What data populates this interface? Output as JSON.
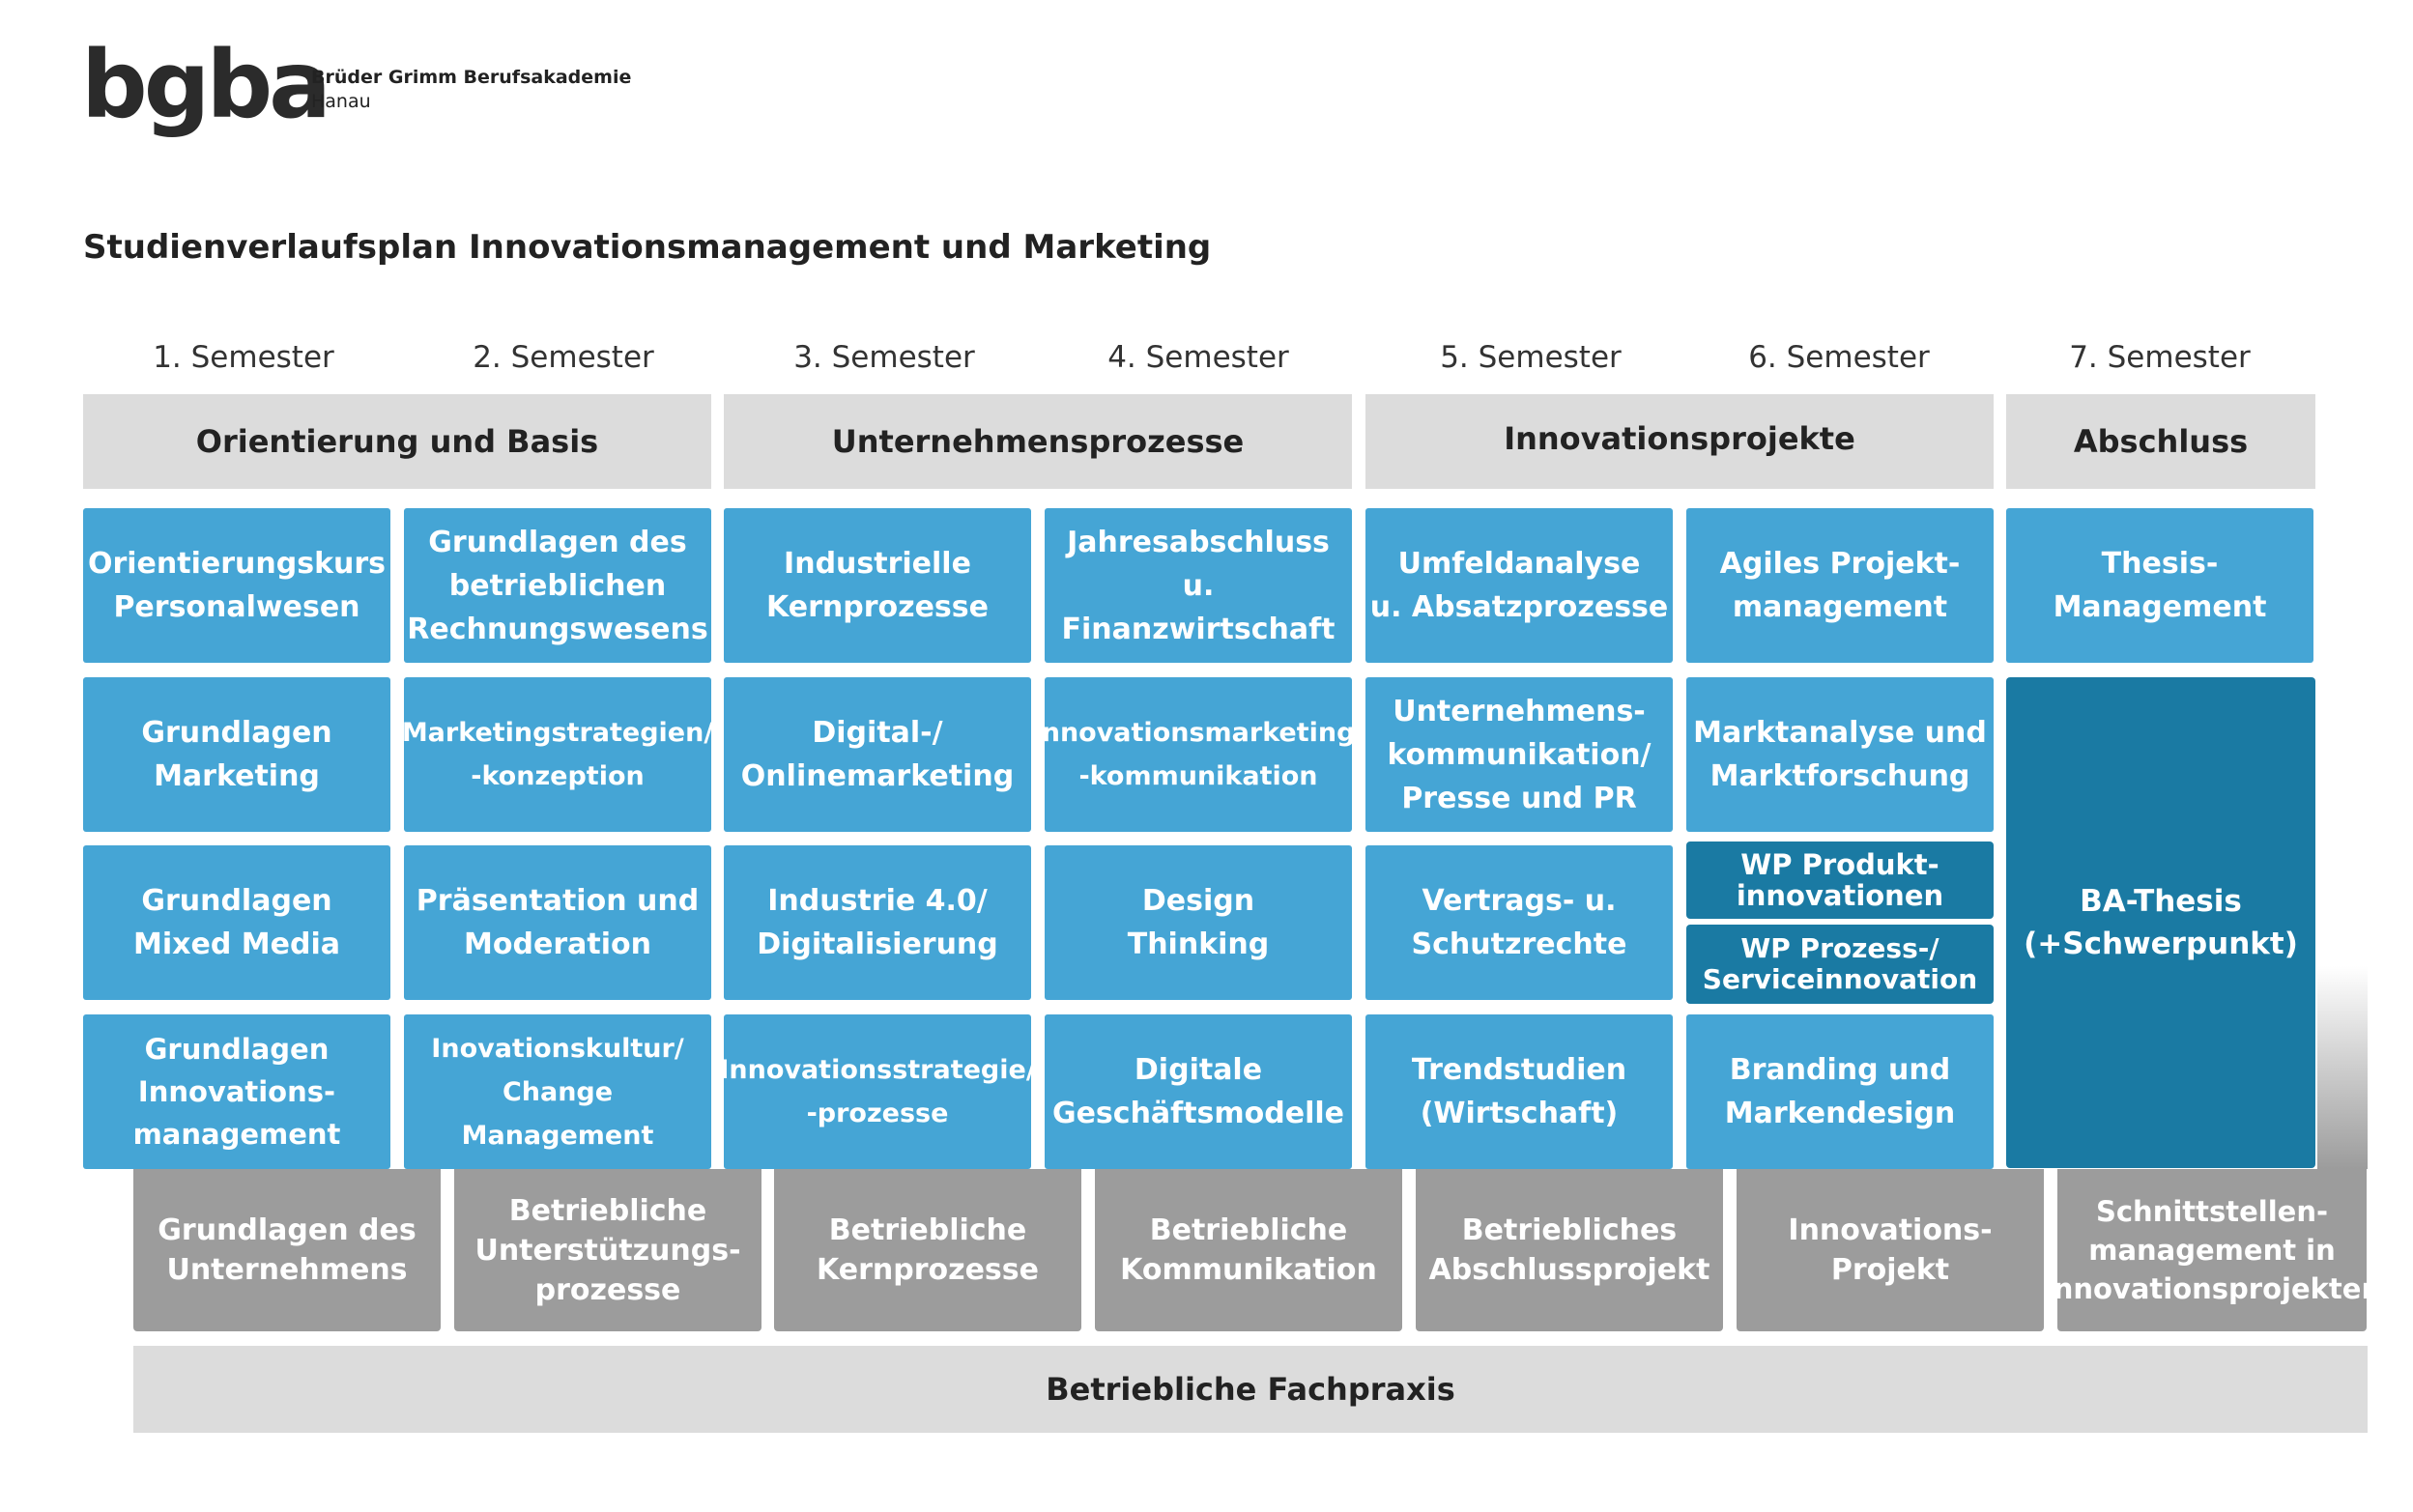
{
  "header": {
    "logo": "bgba",
    "org_name": "Brüder Grimm Berufsakademie",
    "org_city": "Hanau",
    "title": "Studienverlaufsplan Innovationsmanagement und Marketing"
  },
  "semesters": [
    "1. Semester",
    "2. Semester",
    "3. Semester",
    "4. Semester",
    "5. Semester",
    "6. Semester",
    "7. Semester"
  ],
  "phases": [
    "Orientierung und Basis",
    "Unternehmensprozesse",
    "Innovationsprojekte",
    "Abschluss"
  ],
  "modules": {
    "s1": [
      "Orientierungskurs\nPersonalwesen",
      "Grundlagen\nMarketing",
      "Grundlagen\nMixed Media",
      "Grundlagen\nInnovations-\nmanagement"
    ],
    "s2": [
      "Grundlagen des\nbetrieblichen\nRechnungswesens",
      "Marketingstrategien/\n-konzeption",
      "Präsentation und\nModeration",
      "Inovationskultur/\nChange Management"
    ],
    "s3": [
      "Industrielle\nKernprozesse",
      "Digital-/\nOnlinemarketing",
      "Industrie 4.0/\nDigitalisierung",
      "Innovationsstrategie/\n-prozesse"
    ],
    "s4": [
      "Jahresabschluss\nu. Finanzwirtschaft",
      "Innovationsmarketing/\n-kommunikation",
      "Design\nThinking",
      "Digitale\nGeschäftsmodelle"
    ],
    "s5": [
      "Umfeldanalyse\nu. Absatzprozesse",
      "Unternehmens-\nkommunikation/\nPresse und PR",
      "Vertrags- u.\nSchutzrechte",
      "Trendstudien\n(Wirtschaft)"
    ],
    "s6": [
      "Agiles Projekt-\nmanagement",
      "Marktanalyse und\nMarktforschung",
      "Branding und\nMarkendesign"
    ],
    "s6_wp": [
      "WP Produkt-\ninnovationen",
      "WP Prozess-/\nServiceinnovation"
    ],
    "s7": [
      "Thesis-\nManagement"
    ],
    "thesis": "BA-Thesis\n(+Schwerpunkt)"
  },
  "practice_modules": [
    "Grundlagen des\nUnternehmens",
    "Betriebliche\nUnterstützungs-\nprozesse",
    "Betriebliche\nKernprozesse",
    "Betriebliche\nKommunikation",
    "Betriebliches\nAbschlussprojekt",
    "Innovations-\nProjekt",
    "Schnittstellen-\nmanagement in\nInnovationsprojekten"
  ],
  "base": "Betriebliche Fachpraxis",
  "colors": {
    "module": "#45a5d5",
    "module_dark": "#1a7aa3",
    "practice": "#9c9c9c",
    "phase": "#dcdcdc"
  }
}
